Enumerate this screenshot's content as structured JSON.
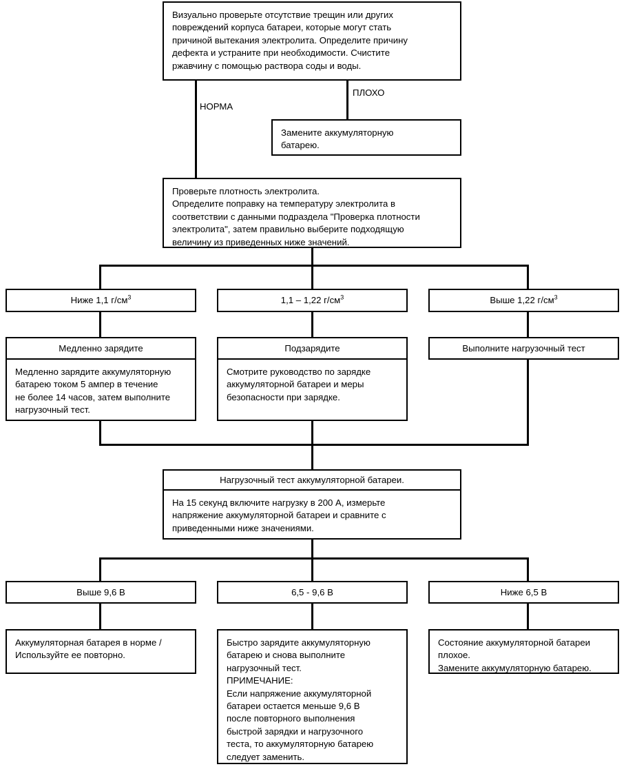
{
  "diagram": {
    "title": "Battery inspection and load test flowchart",
    "language": "ru",
    "colors": {
      "stroke": "#000000",
      "background": "#ffffff",
      "text": "#000000"
    },
    "nodes": {
      "visual_inspection": "Визуально проверьте отсутствие трещин или других\nповреждений корпуса батареи, которые могут стать\nпричиной вытекания электролита. Определите причину\nдефекта и устраните при необходимости. Счистите\nржавчину с помощью раствора соды и воды.",
      "replace_battery_top": "Замените аккумуляторную\nбатарею.",
      "check_density": "Проверьте плотность электролита.\nОпределите поправку на температуру электролита в\nсоответствии с данными подраздела \"Проверка плотности\nэлектролита\", затем правильно выберите подходящую\nвеличину из приведенных ниже значений.",
      "density_low_label": "Ниже 1,1 г/см",
      "density_low_sup": "3",
      "density_mid_label": "1,1 – 1,22 г/см",
      "density_mid_sup": "3",
      "density_high_label": "Выше 1,22 г/см",
      "density_high_sup": "3",
      "slow_charge_header": "Медленно зарядите",
      "slow_charge_body": "Медленно зарядите аккумуляторную\nбатарею током 5 ампер в течение\nне более 14 часов, затем выполните\nнагрузочный тест.",
      "boost_charge_header": "Подзарядите",
      "boost_charge_body": "Смотрите руководство по зарядке\nаккумуляторной батареи и меры\nбезопасности при зарядке.",
      "do_load_test_header": "Выполните нагрузочный тест",
      "load_test_header": "Нагрузочный тест аккумуляторной батареи.",
      "load_test_body": "На 15 секунд включите нагрузку в 200 А, измерьте\nнапряжение аккумуляторной батареи и сравните с\nприведенными ниже значениями.",
      "volt_high_label": "Выше 9,6 В",
      "volt_mid_label": "6,5 - 9,6 В",
      "volt_low_label": "Ниже 6,5 В",
      "result_good": "Аккумуляторная батарея в норме /\nИспользуйте ее повторно.",
      "result_mid": "Быстро зарядите аккумуляторную\nбатарею и снова выполните\nнагрузочный тест.\nПРИМЕЧАНИЕ:\nЕсли напряжение аккумуляторной\nбатареи остается меньше 9,6 В\nпосле повторного выполнения\nбыстрой зарядки и нагрузочного\nтеста, то аккумуляторную батарею\nследует заменить.",
      "result_bad": "Состояние аккумуляторной батареи\nплохое.\nЗамените аккумуляторную батарею."
    },
    "edge_labels": {
      "ok": "НОРМА",
      "bad": "ПЛОХО"
    }
  }
}
